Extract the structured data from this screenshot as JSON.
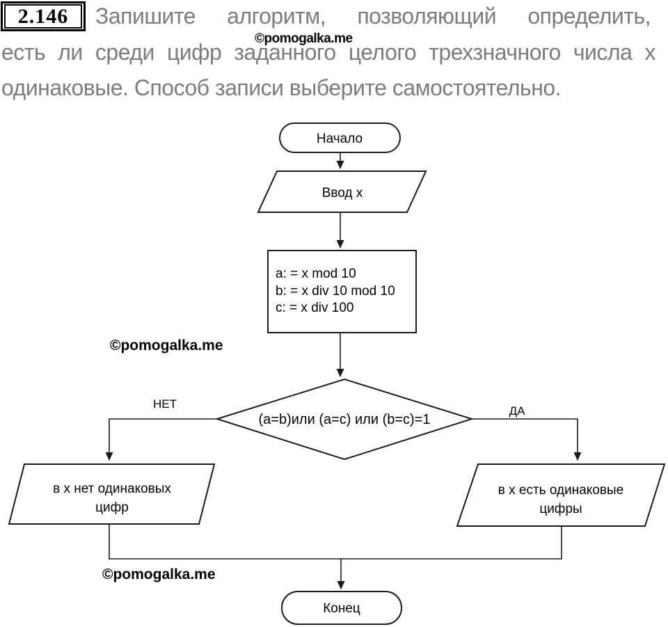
{
  "header": {
    "problem_number": "2.146",
    "lines": [
      "Запишите алгоритм, позволяющий определить,",
      "есть ли среди цифр заданного целого трехзначного числа x",
      "одинаковые. Способ записи выберите самостоятельно."
    ],
    "text_color": "#7c7c7c"
  },
  "watermark": {
    "label": "©pomogalka.me"
  },
  "flowchart": {
    "stroke_color": "#1a1a1a",
    "fill_color": "#ffffff",
    "start_label": "Начало",
    "input_label": "Ввод x",
    "process_lines": [
      "a: = x mod 10",
      "b: = x div 10 mod 10",
      "c: = x div 100"
    ],
    "decision_label": "(a=b)или (a=c) или (b=c)=1",
    "branch_no_label": "НЕТ",
    "branch_yes_label": "ДА",
    "output_no_lines": [
      "в x нет одинаковых",
      "цифр"
    ],
    "output_yes_lines": [
      "в x есть одинаковые",
      "цифры"
    ],
    "end_label": "Конец"
  }
}
